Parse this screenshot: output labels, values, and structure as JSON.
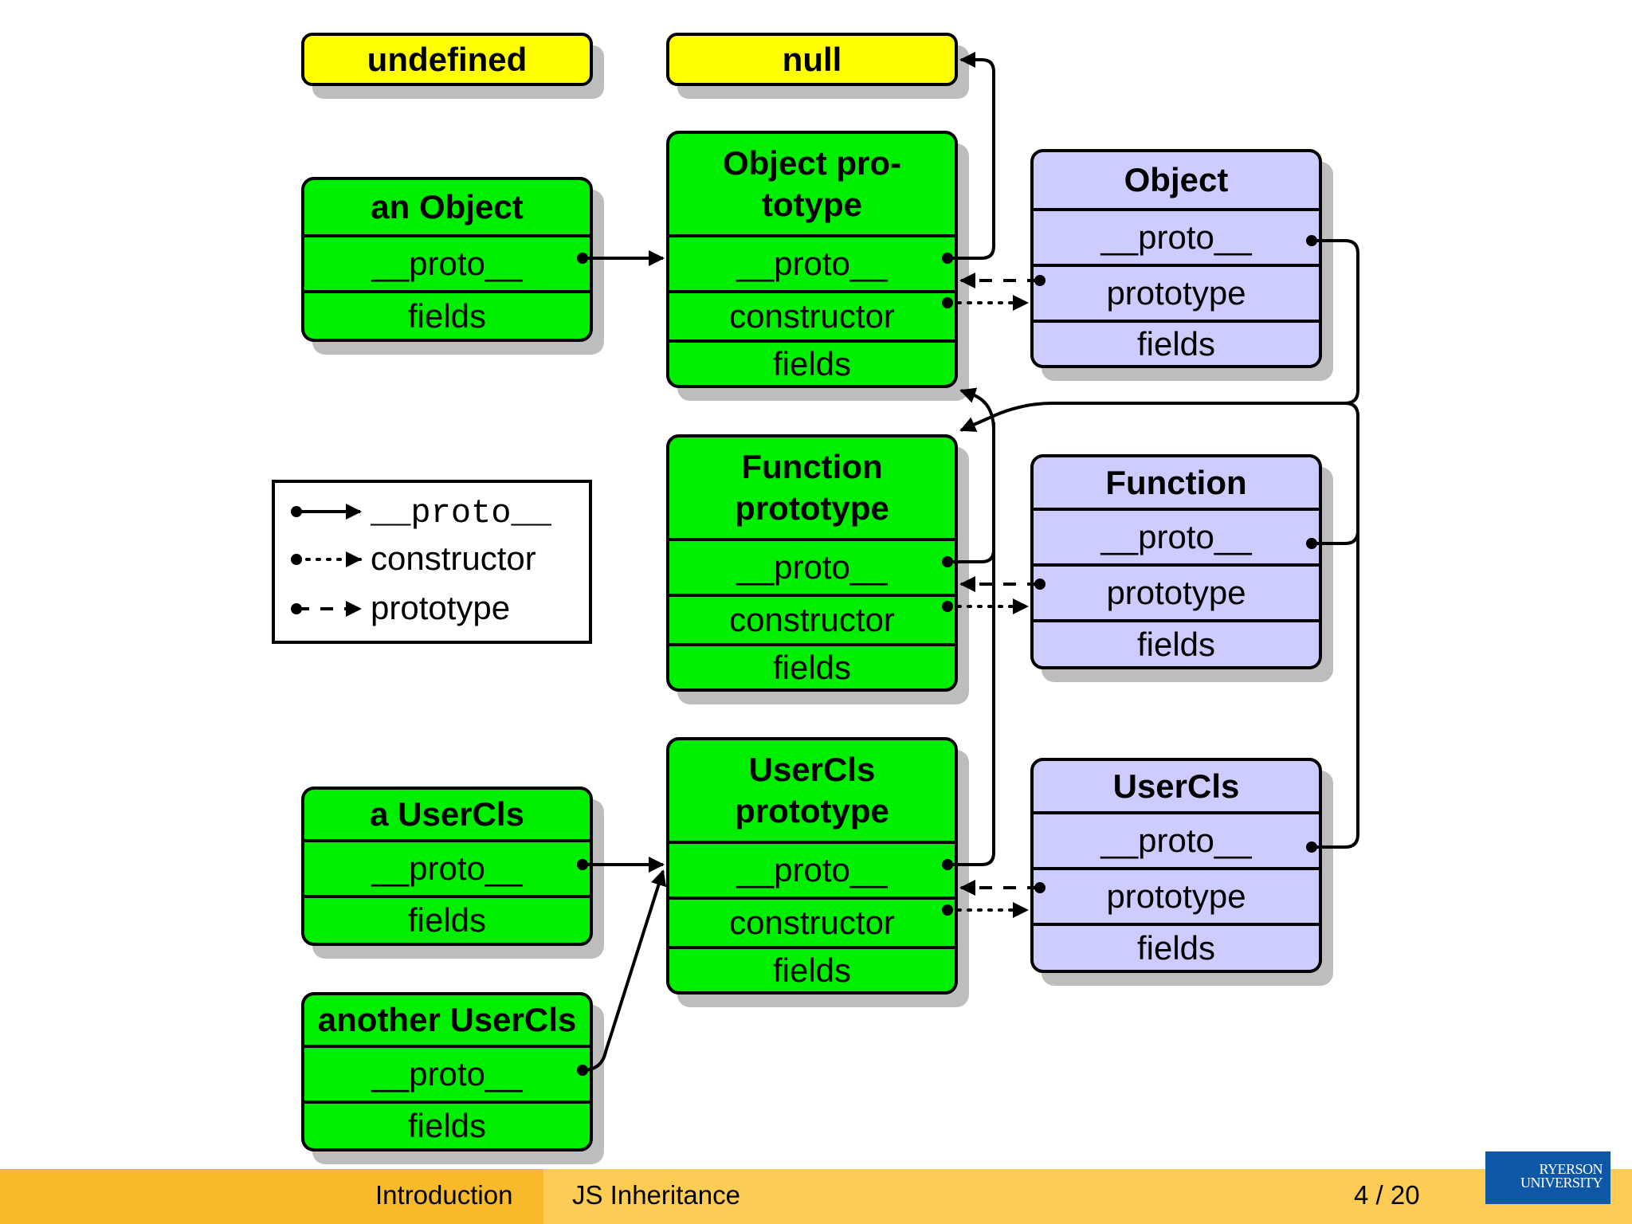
{
  "boxes": {
    "undefined": {
      "title": "undefined"
    },
    "null": {
      "title": "null"
    },
    "an_object": {
      "title": "an Object",
      "rows": [
        "__proto__",
        "fields"
      ]
    },
    "object_prototype": {
      "title": "Object pro-\ntotype",
      "rows": [
        "__proto__",
        "constructor",
        "fields"
      ]
    },
    "object": {
      "title": "Object",
      "rows": [
        "__proto__",
        "prototype",
        "fields"
      ]
    },
    "function_prototype": {
      "title": "Function\nprototype",
      "rows": [
        "__proto__",
        "constructor",
        "fields"
      ]
    },
    "function": {
      "title": "Function",
      "rows": [
        "__proto__",
        "prototype",
        "fields"
      ]
    },
    "a_usercls": {
      "title": "a UserCls",
      "rows": [
        "__proto__",
        "fields"
      ]
    },
    "usercls_prototype": {
      "title": "UserCls\nprototype",
      "rows": [
        "__proto__",
        "constructor",
        "fields"
      ]
    },
    "usercls": {
      "title": "UserCls",
      "rows": [
        "__proto__",
        "prototype",
        "fields"
      ]
    },
    "another_usercls": {
      "title": "another UserCls",
      "rows": [
        "__proto__",
        "fields"
      ]
    }
  },
  "legend": {
    "proto": "__proto__",
    "constructor": "constructor",
    "prototype": "prototype"
  },
  "footer": {
    "section": "Introduction",
    "title": "JS Inheritance",
    "page": "4 / 20",
    "logo_line1": "RYERSON",
    "logo_line2": "UNIVERSITY"
  },
  "colors": {
    "instance_box": "#00ee00",
    "constructor_box": "#ccccff",
    "primitive_box": "#ffff00",
    "footer_left": "#f8b92a",
    "footer_right": "#fccc55",
    "logo": "#0d57a6"
  }
}
